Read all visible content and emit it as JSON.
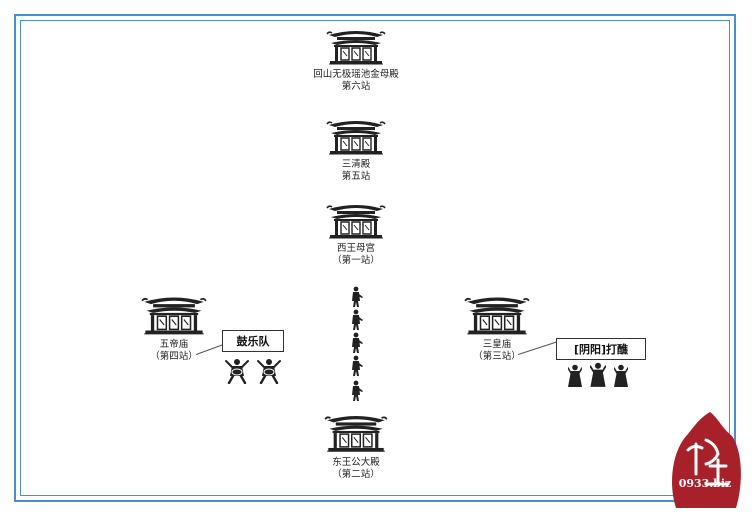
{
  "stations": [
    {
      "id": "s6",
      "name": "回山无极瑶池金母殿",
      "stop": "第六站"
    },
    {
      "id": "s5",
      "name": "三清殿",
      "stop": "第五站"
    },
    {
      "id": "s1",
      "name": "西王母宫",
      "stop": "（第一站）"
    },
    {
      "id": "s4",
      "name": "五帝庙",
      "stop": "（第四站）"
    },
    {
      "id": "s3",
      "name": "三皇庙",
      "stop": "（第三站）"
    },
    {
      "id": "s2",
      "name": "东王公大殿",
      "stop": "（第二站）"
    }
  ],
  "labels": {
    "drum_band": "鼓乐队",
    "yinyang": "[阴阳]打醮"
  },
  "watermark": {
    "text": "0933.biz"
  },
  "colors": {
    "frame": "#4a8fc9",
    "watermark": "#a8202a"
  },
  "icons": {
    "temple": "temple-icon",
    "walker": "walker-icon",
    "drummer": "drummer-icon",
    "priest": "priest-icon"
  }
}
